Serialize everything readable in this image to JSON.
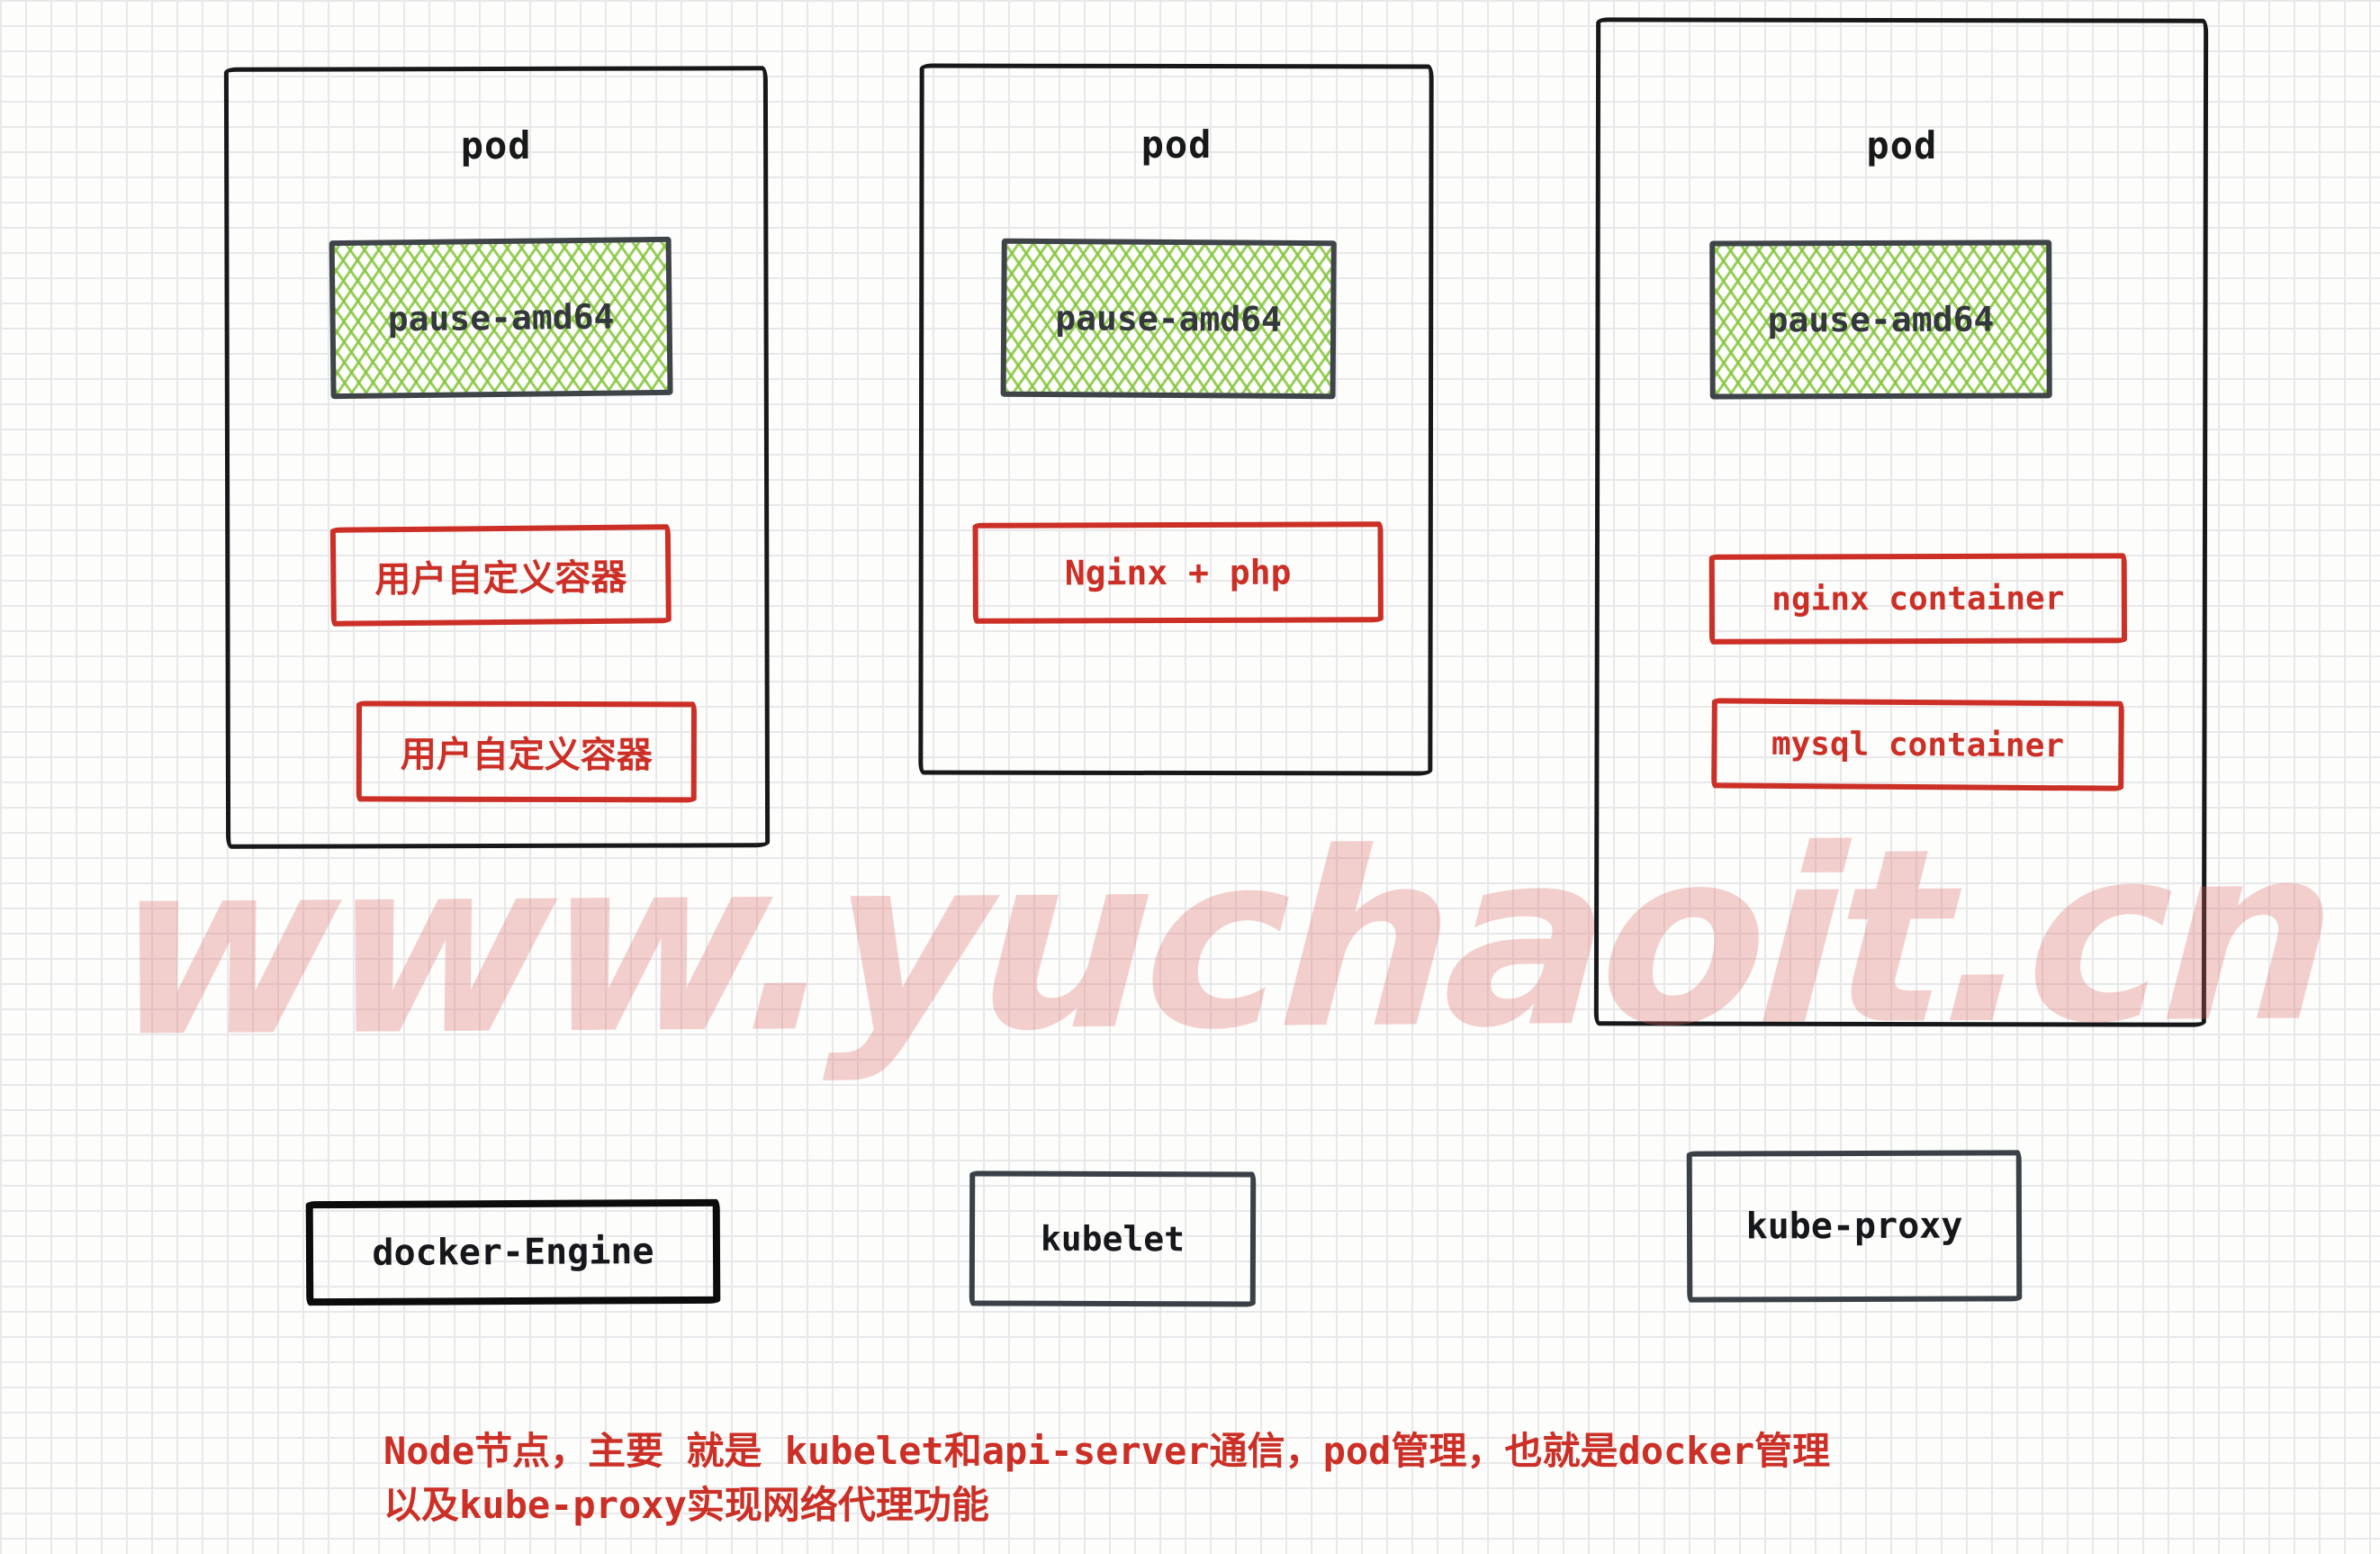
{
  "diagram": {
    "pods": [
      {
        "title": "pod",
        "pause_container": "pause-amd64",
        "containers": [
          "用户自定义容器",
          "用户自定义容器"
        ]
      },
      {
        "title": "pod",
        "pause_container": "pause-amd64",
        "containers": [
          "Nginx + php"
        ]
      },
      {
        "title": "pod",
        "pause_container": "pause-amd64",
        "containers": [
          "nginx container",
          "mysql container"
        ]
      }
    ],
    "node_components": [
      {
        "label": "docker-Engine"
      },
      {
        "label": "kubelet"
      },
      {
        "label": "kube-proxy"
      }
    ],
    "watermark": "www.yuchaoit.cn",
    "note_lines": [
      "Node节点，主要 就是 kubelet和api-server通信，pod管理，也就是docker管理",
      "以及kube-proxy实现网络代理功能"
    ]
  },
  "colors": {
    "ink_black": "#17181a",
    "box_dark_gray": "#3a4046",
    "sketch_red": "#cb2f26",
    "hatch_green": "#86c53f",
    "watermark_pink": "#db6760",
    "grid_line": "#e8e8ea",
    "background": "#fdfdfc"
  }
}
